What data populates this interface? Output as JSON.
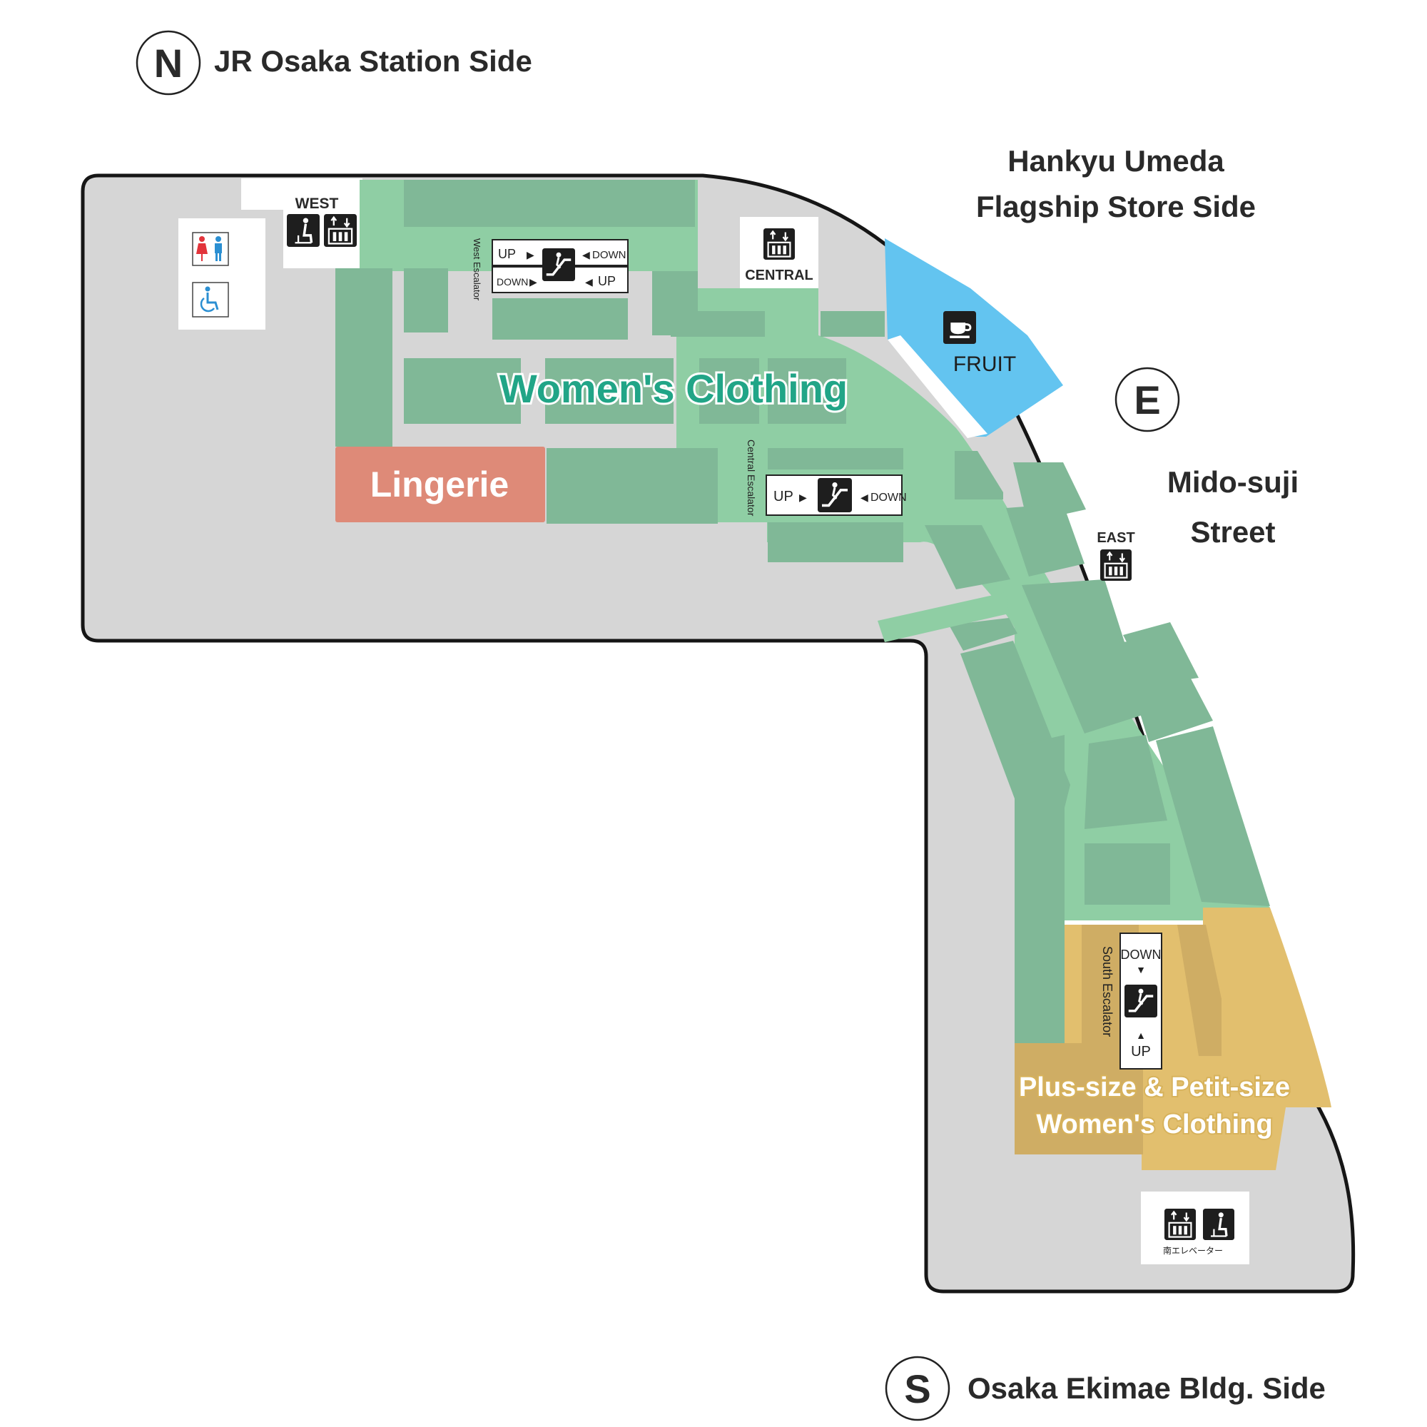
{
  "compass": {
    "north": {
      "letter": "N",
      "label": "JR Osaka Station Side"
    },
    "east": {
      "letter": "E",
      "label_line1": "Mido-suji",
      "label_line2": "Street"
    },
    "south": {
      "letter": "S",
      "label": "Osaka Ekimae Bldg. Side"
    },
    "northeast": {
      "label_line1": "Hankyu Umeda",
      "label_line2": "Flagship Store Side"
    }
  },
  "areas": {
    "womens_clothing": "Women's Clothing",
    "lingerie": "Lingerie",
    "plus_petit_line1": "Plus-size & Petit-size",
    "plus_petit_line2": "Women's Clothing",
    "fruit": "FRUIT"
  },
  "elevators": {
    "west": "WEST",
    "central": "CENTRAL",
    "east": "EAST",
    "south_jp": "南エレベーター"
  },
  "escalators": {
    "west": {
      "name": "West Escalator",
      "row1_left": "UP",
      "row1_right": "DOWN",
      "row2_left": "DOWN",
      "row2_right": "UP"
    },
    "central": {
      "name": "Central Escalator",
      "left": "UP",
      "right": "DOWN"
    },
    "south": {
      "name": "South Escalator",
      "top": "DOWN",
      "bottom": "UP"
    }
  },
  "colors": {
    "building_gray": "#d6d6d6",
    "green_light": "#8fcea4",
    "green_dark": "#80b897",
    "lingerie": "#de8a78",
    "fruit_blue": "#63c4f0",
    "gold_light": "#e2bf6e",
    "gold_dark": "#cfad64",
    "womens_label": "#21a587",
    "icon_dark": "#1e1e1e"
  },
  "icons": [
    "restroom-icon",
    "accessible-restroom-icon",
    "seating-icon",
    "elevator-icon",
    "escalator-icon",
    "cafe-icon"
  ]
}
